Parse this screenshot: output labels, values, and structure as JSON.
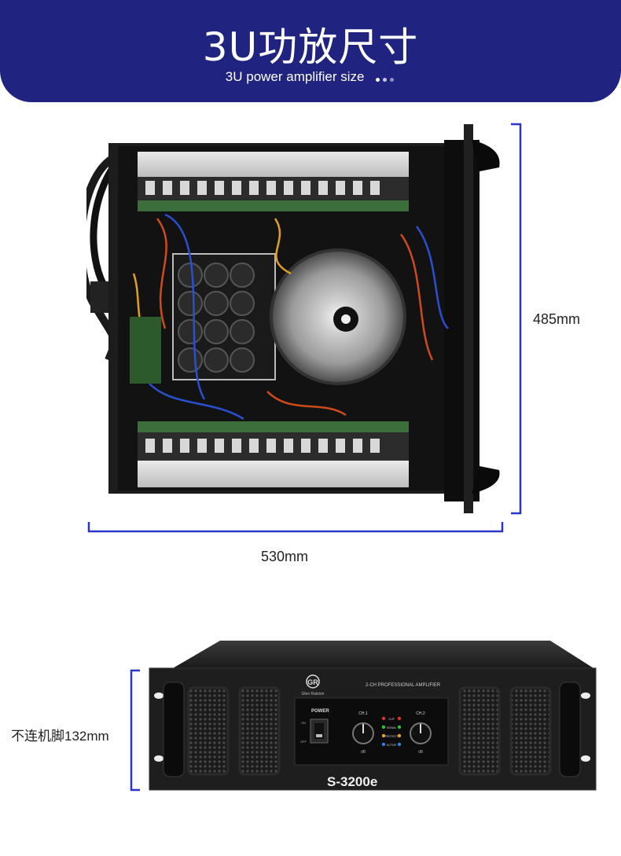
{
  "header": {
    "title": "3U功放尺寸",
    "subtitle": "3U power amplifier size",
    "color": "#202480"
  },
  "dimensions": {
    "height": "485mm",
    "width": "530mm",
    "front_height": "不连机脚132mm",
    "line_color": "#2a36c8"
  },
  "amplifier": {
    "brand": "Glen Ralston",
    "brand_logo": "GR",
    "front_header": "2-CH PROFESSIONAL AMPLIFIER",
    "power_label": "POWER",
    "on_label": "ON",
    "off_label": "OFF",
    "ch1_label": "CH.1",
    "ch2_label": "CH.2",
    "db_label": "dB",
    "clip_label": "CLIP",
    "signal_label": "SIGNAL",
    "protect_label": "PROTECT",
    "active_label": "ACTIVE",
    "model": "S-3200e"
  }
}
